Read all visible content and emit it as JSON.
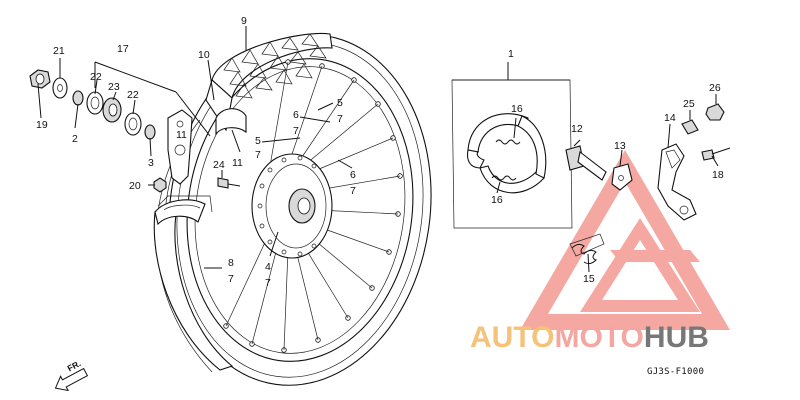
{
  "diagram": {
    "drawing_code": "GJ3S-F1000",
    "front_arrow_label": "FR.",
    "callouts": {
      "c1": "1",
      "c2": "2",
      "c3": "3",
      "c4": "4",
      "c5a": "5",
      "c5b": "5",
      "c6a": "6",
      "c6b": "6",
      "c7a": "7",
      "c7b": "7",
      "c7c": "7",
      "c7d": "7",
      "c7e": "7",
      "c7f": "7",
      "c8": "8",
      "c9": "9",
      "c10": "10",
      "c11": "11",
      "c12": "12",
      "c13": "13",
      "c14": "14",
      "c15": "15",
      "c16a": "16",
      "c16b": "16",
      "c17": "17",
      "c18": "18",
      "c19": "19",
      "c20": "20",
      "c21": "21",
      "c22a": "22",
      "c22b": "22",
      "c23": "23",
      "c24": "24",
      "c25": "25",
      "c26": "26"
    }
  },
  "watermark": {
    "part1": "AUTO",
    "part2": "MOTO",
    "part3": "HUB",
    "color_auto": "#f5c27a",
    "color_moto": "#f4a6a0",
    "color_hub": "#777777",
    "logo_color": "#f28b82"
  }
}
